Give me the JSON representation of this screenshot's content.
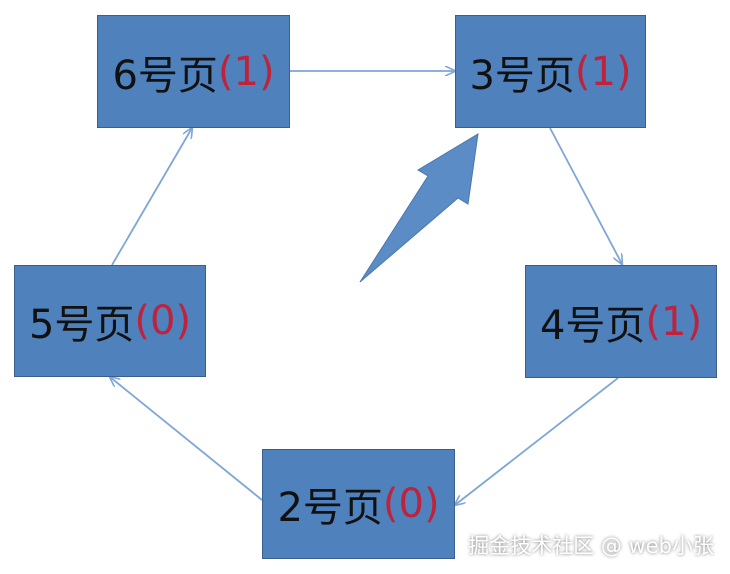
{
  "colors": {
    "box_fill": "#4f81bd",
    "box_border": "#3a5f8c",
    "label_text": "#111111",
    "count_text": "#c0223b",
    "arrow": "#7ea6d6",
    "big_arrow": "#5b8cc6"
  },
  "nodes": [
    {
      "id": "p6",
      "label": "6号页",
      "count": "(1)"
    },
    {
      "id": "p3",
      "label": "3号页",
      "count": "(1)"
    },
    {
      "id": "p4",
      "label": "4号页",
      "count": "(1)"
    },
    {
      "id": "p2",
      "label": "2号页",
      "count": "(0)"
    },
    {
      "id": "p5",
      "label": "5号页",
      "count": "(0)"
    }
  ],
  "edges": [
    {
      "from": "p6",
      "to": "p3"
    },
    {
      "from": "p3",
      "to": "p4"
    },
    {
      "from": "p4",
      "to": "p2"
    },
    {
      "from": "p2",
      "to": "p5"
    },
    {
      "from": "p5",
      "to": "p6"
    }
  ],
  "watermark": "掘金技术社区 @ web小张"
}
